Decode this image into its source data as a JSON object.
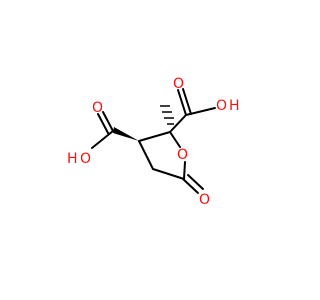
{
  "molecule": {
    "atoms": [
      {
        "id": "c2",
        "element": "C"
      },
      {
        "id": "c3",
        "element": "C"
      },
      {
        "id": "c4",
        "element": "C"
      },
      {
        "id": "c5",
        "element": "C"
      },
      {
        "id": "o1",
        "element": "O",
        "label": "O"
      },
      {
        "id": "o_keto",
        "element": "O",
        "label": "O"
      },
      {
        "id": "me",
        "element": "C"
      },
      {
        "id": "c_acid_top",
        "element": "C"
      },
      {
        "id": "o_top_dbl",
        "element": "O",
        "label": "O"
      },
      {
        "id": "o_top_oh",
        "element": "O",
        "label": "O"
      },
      {
        "id": "h_top",
        "element": "H",
        "label": "H"
      },
      {
        "id": "c_acid_left",
        "element": "C"
      },
      {
        "id": "o_left_dbl",
        "element": "O",
        "label": "O"
      },
      {
        "id": "o_left_oh",
        "element": "O",
        "label": "O"
      },
      {
        "id": "h_left",
        "element": "H",
        "label": "H"
      }
    ],
    "colors": {
      "oxygen": "#ff0d0d",
      "bond": "#000000",
      "background": "#ffffff"
    }
  }
}
